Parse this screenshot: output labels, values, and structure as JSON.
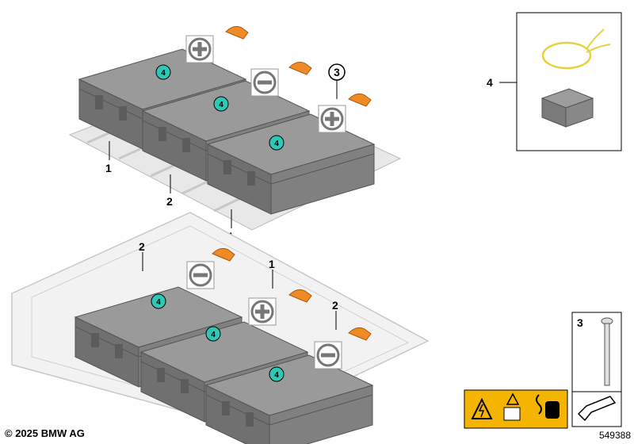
{
  "callouts": {
    "c1a": "1",
    "c1b": "1",
    "c1c": "1",
    "c2a": "2",
    "c2b": "2",
    "c2c": "2",
    "c3": "3",
    "c4": "4",
    "panel3": "3"
  },
  "module_number": "4",
  "copyright": "© 2025 BMW AG",
  "diagram_id": "549388",
  "colors": {
    "module_top": "#9a9a9a",
    "module_side": "#6e6e6e",
    "badge": "#2ec7b6",
    "cable": "#f08a24",
    "warning": "#f5b400"
  }
}
